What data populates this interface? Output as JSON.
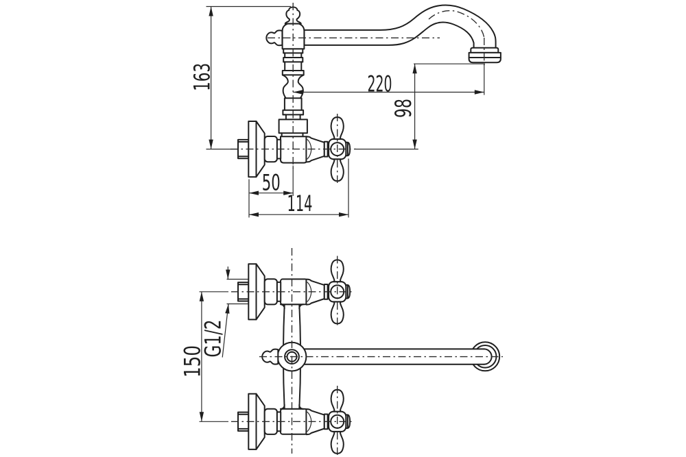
{
  "drawing": {
    "background_color": "#ffffff",
    "line_color": "#1f1f1f",
    "views": [
      {
        "id": "front-view",
        "position": "top"
      },
      {
        "id": "plan-view",
        "position": "bottom"
      }
    ],
    "dimensions": {
      "overall_height": "163",
      "spout_reach": "220",
      "spout_height_above_axis": "98",
      "flange_depth": "50",
      "wall_to_handle_end": "114",
      "inlet_spacing": "150",
      "thread_size": "G1/2"
    }
  }
}
